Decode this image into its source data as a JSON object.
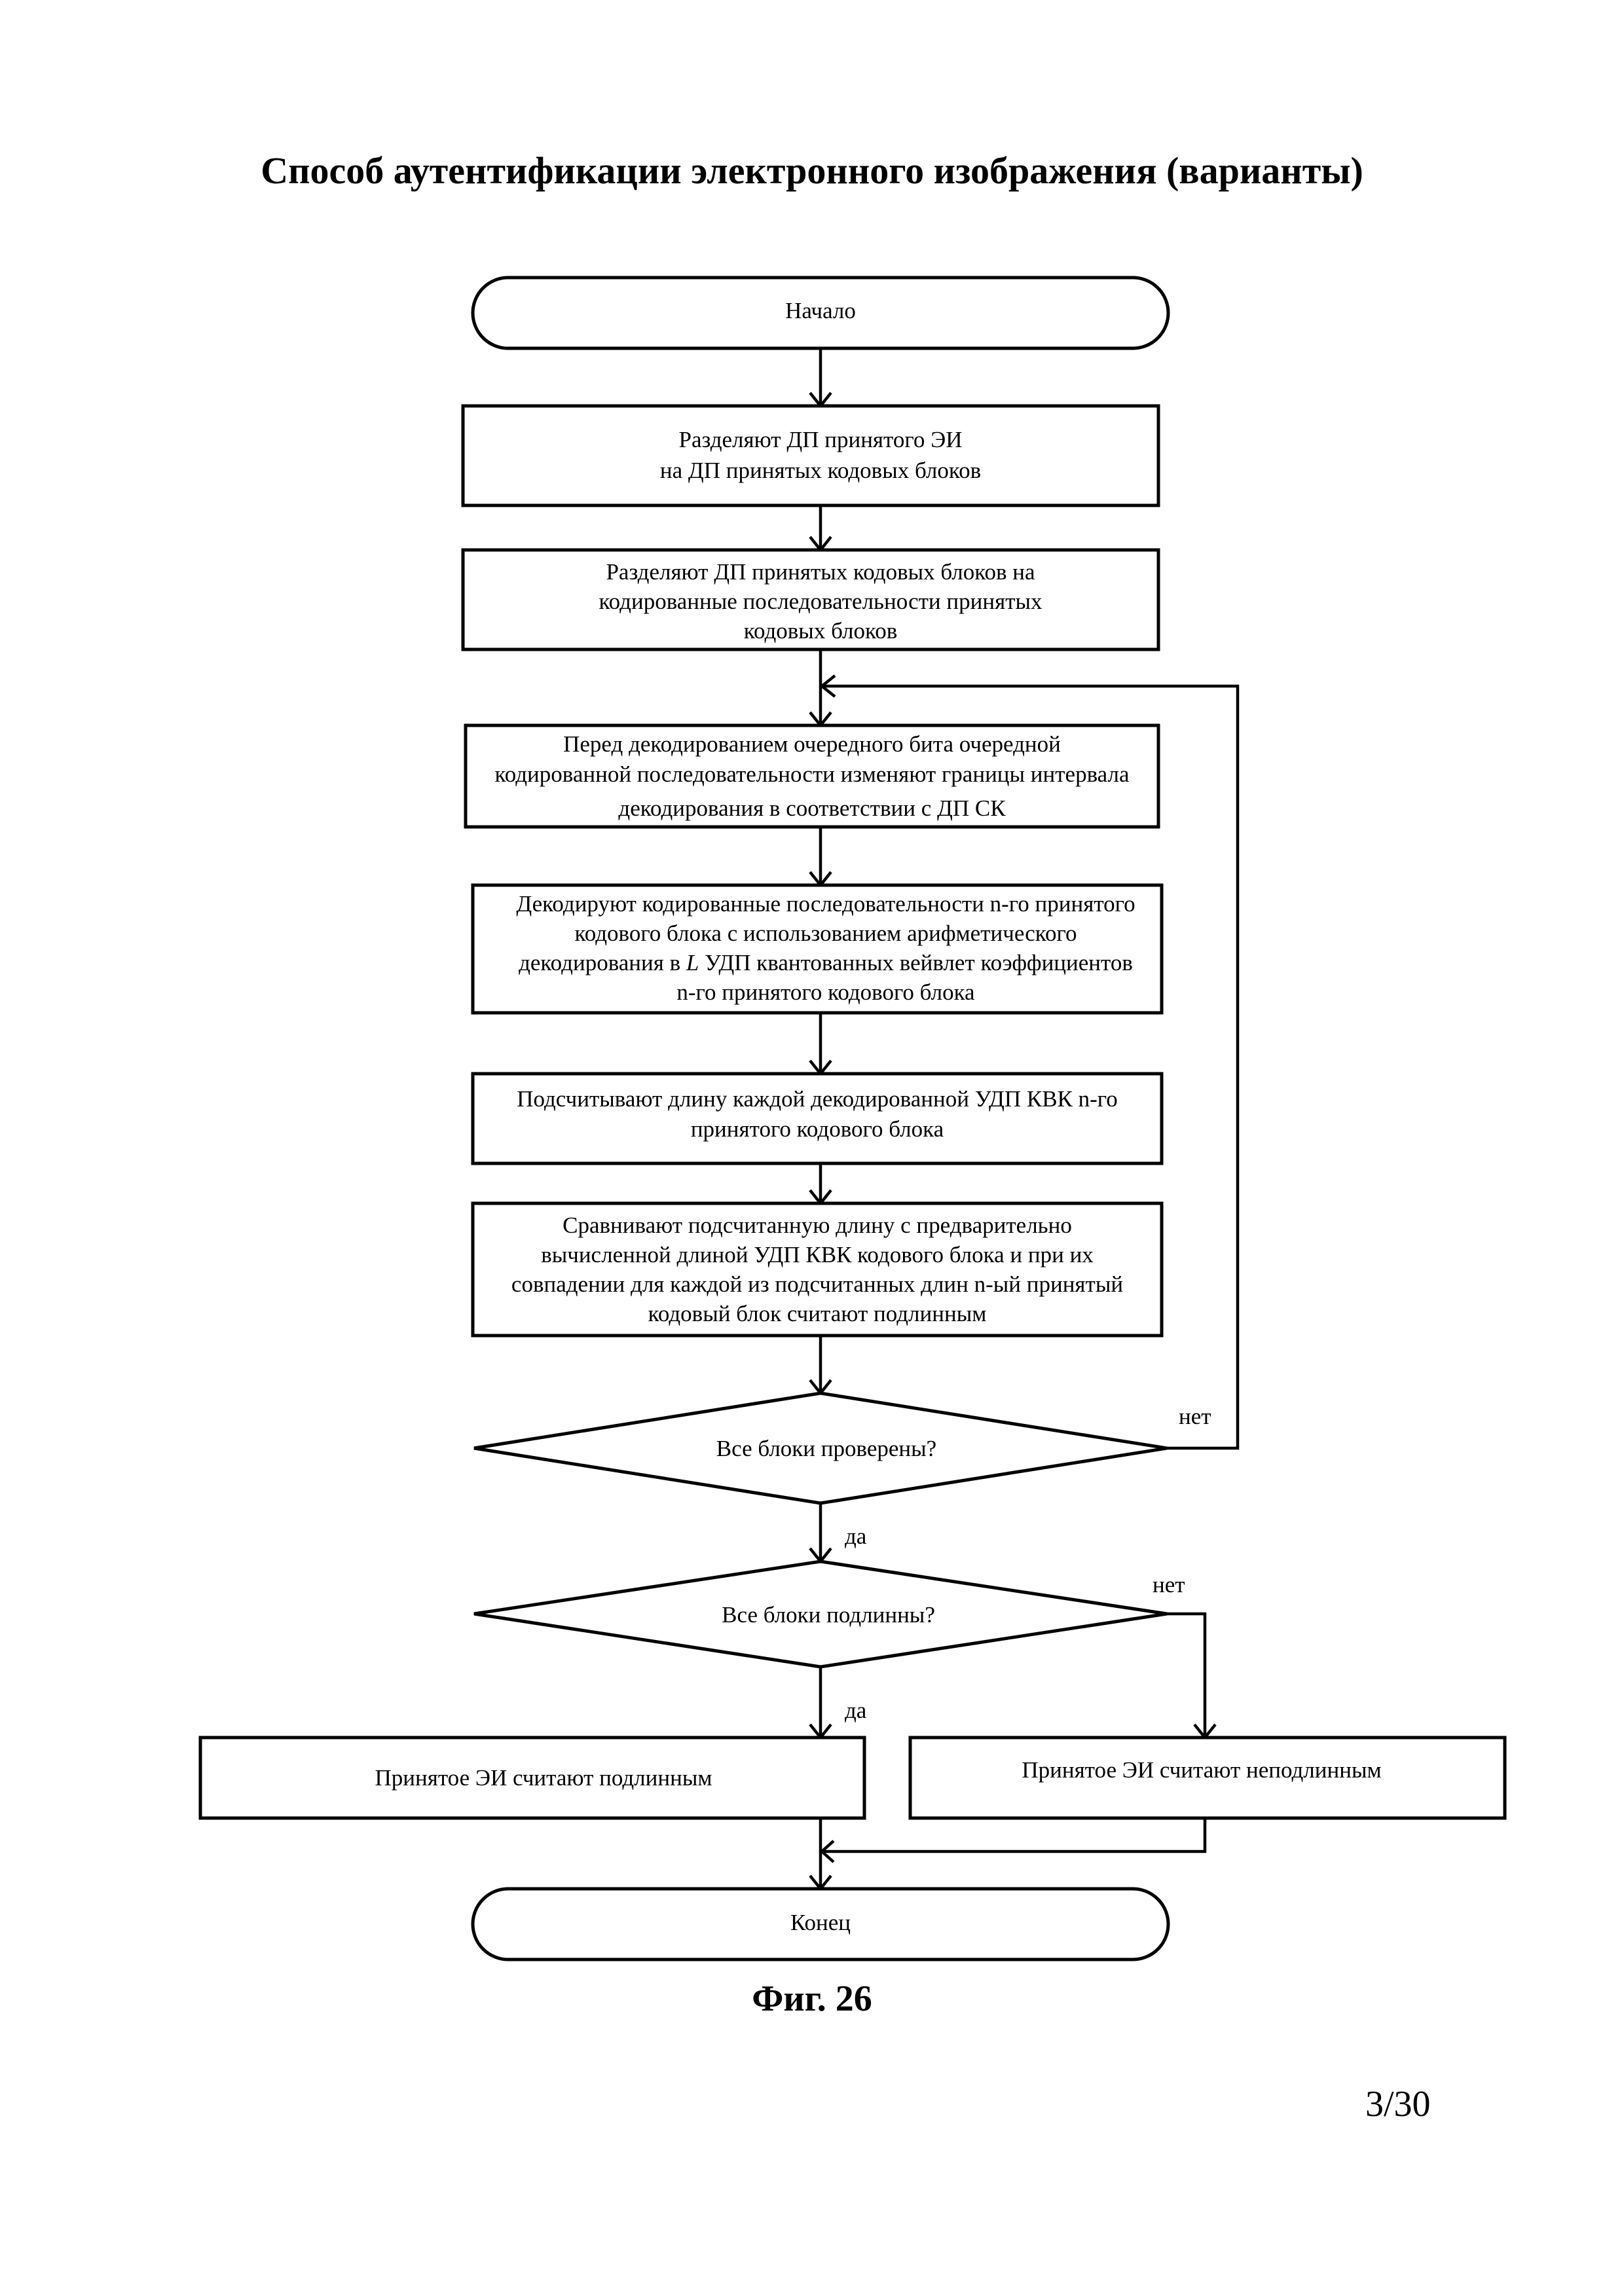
{
  "title": "Способ аутентификации электронного изображения (варианты)",
  "figure_caption": "Фиг. 26",
  "page_number": "3/30",
  "flowchart": {
    "start": "Начало",
    "step1": [
      "Разделяют ДП принятого ЭИ",
      "на ДП принятых кодовых блоков"
    ],
    "step2": [
      "Разделяют ДП принятых кодовых блоков на",
      "кодированные последовательности принятых",
      "кодовых блоков"
    ],
    "step3": [
      "Перед декодированием очередного бита очередной",
      "кодированной последовательности изменяют границы интервала",
      "декодирования в соответствии с ДП СК"
    ],
    "step4": [
      "Декодируют кодированные последовательности n-го принятого",
      "кодового блока с использованием арифметического",
      "декодирования в",
      "L",
      "УДП квантованных вейвлет коэффициентов",
      "n-го принятого кодового блока"
    ],
    "step5": [
      "Подсчитывают длину каждой декодированной УДП КВК n-го",
      "принятого кодового блока"
    ],
    "step6": [
      "Сравнивают подсчитанную длину с предварительно",
      "вычисленной длиной УДП КВК кодового блока и при их",
      "совпадении для  каждой из  подсчитанных длин n-ый принятый",
      "кодовый блок считают подлинным"
    ],
    "decision1": "Все блоки проверены?",
    "decision1_no": "нет",
    "decision1_yes": "да",
    "decision2": "Все блоки подлинны?",
    "decision2_no": "нет",
    "decision2_yes": "да",
    "result_authentic": "Принятое ЭИ считают подлинным",
    "result_not_authentic": "Принятое ЭИ считают неподлинным",
    "end": "Конец"
  }
}
